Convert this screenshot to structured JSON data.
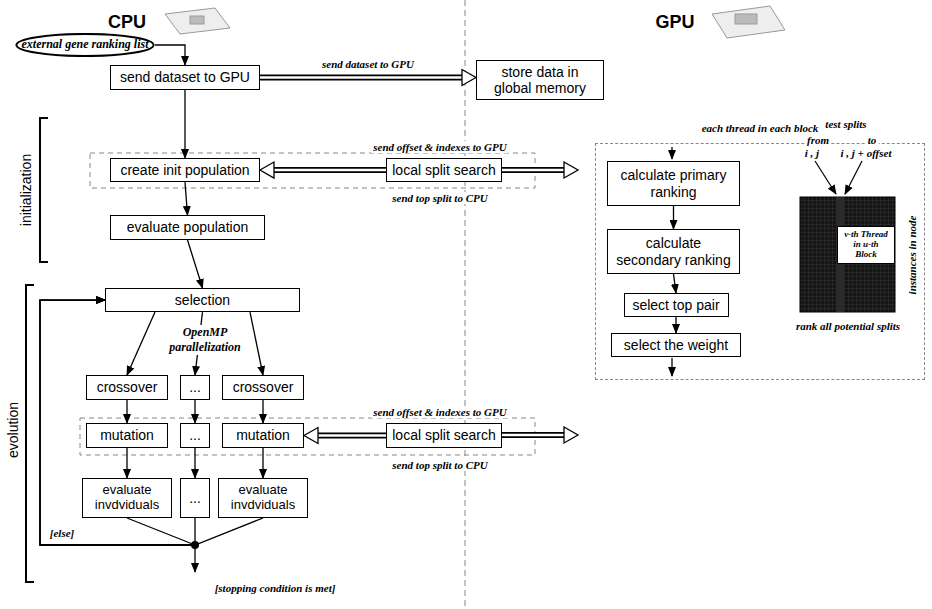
{
  "diagram": {
    "nodes": [
      {
        "text": [
          "external gene ranking list"
        ]
      },
      {
        "text": [
          "send dataset to GPU"
        ]
      },
      {
        "text": [
          "store data in global memory"
        ]
      },
      {
        "text": [
          "create init population"
        ]
      },
      {
        "text": [
          "local split search"
        ]
      },
      {
        "text": [
          "evaluate population"
        ]
      },
      {
        "text": [
          "selection"
        ]
      },
      {
        "text": [
          "crossover"
        ]
      },
      {
        "text": [
          "..."
        ]
      },
      {
        "text": [
          "crossover"
        ]
      },
      {
        "text": [
          "mutation"
        ]
      },
      {
        "text": [
          "..."
        ]
      },
      {
        "text": [
          "mutation"
        ]
      },
      {
        "text": [
          "local split search"
        ]
      },
      {
        "text": [
          "evaluate invdviduals"
        ]
      },
      {
        "text": [
          "..."
        ]
      },
      {
        "text": [
          "evaluate invdviduals"
        ]
      },
      {
        "text": [
          "each thread in each block"
        ]
      },
      {
        "text": [
          "calculate primary ranking"
        ],
        "in": 17
      },
      {
        "text": [
          "calculate secondary ranking"
        ],
        "in": 17
      },
      {
        "text": [
          "select top pair"
        ],
        "in": 17
      },
      {
        "text": [
          "select the weight"
        ],
        "in": 17
      },
      {
        "text": [
          "v-th Thread in u-th Block"
        ],
        "in": 17
      }
    ],
    "edges": [
      {
        "from": 0,
        "to": 1,
        "arrow": "to"
      },
      {
        "from": 1,
        "to": 2,
        "label": "send dataset to GPU",
        "arrow": "to"
      },
      {
        "from": 1,
        "to": 3,
        "arrow": "to"
      },
      {
        "from": 4,
        "to": 3,
        "arrow": "to"
      },
      {
        "from": 3,
        "to": 5,
        "arrow": "to"
      },
      {
        "from": 5,
        "to": 6,
        "arrow": "to"
      },
      {
        "from": 6,
        "to": 7,
        "arrow": "to"
      },
      {
        "from": 6,
        "to": 8,
        "arrow": "to"
      },
      {
        "from": 6,
        "to": 9,
        "arrow": "to"
      },
      {
        "from": 7,
        "to": 10,
        "arrow": "to"
      },
      {
        "from": 8,
        "to": 11,
        "arrow": "to"
      },
      {
        "from": 9,
        "to": 12,
        "arrow": "to"
      },
      {
        "from": 13,
        "to": 12,
        "arrow": "to"
      },
      {
        "from": 10,
        "to": 14,
        "arrow": "to"
      },
      {
        "from": 11,
        "to": 15,
        "arrow": "to"
      },
      {
        "from": 12,
        "to": 16,
        "arrow": "to"
      },
      {
        "from": 14,
        "to": 6,
        "arrow": "to"
      },
      {
        "from": 15,
        "to": 6,
        "arrow": "to"
      },
      {
        "from": 16,
        "to": 6,
        "arrow": "to"
      },
      {
        "from": 18,
        "to": 19,
        "arrow": "to"
      },
      {
        "from": 19,
        "to": 20,
        "arrow": "to"
      },
      {
        "from": 20,
        "to": 21,
        "arrow": "to"
      }
    ],
    "labels": [
      "CPU",
      "GPU",
      "initialization",
      "evolution",
      "send offset & indexes to GPU",
      "send top split to CPU",
      "OpenMP parallelization",
      "send offset & indexes to GPU",
      "send top split to CPU",
      "[else]",
      "[stopping condition is met]",
      "test splits",
      "from",
      "to",
      "i , j",
      "i , j + offset",
      "instances in node",
      "rank all potential splits"
    ]
  }
}
